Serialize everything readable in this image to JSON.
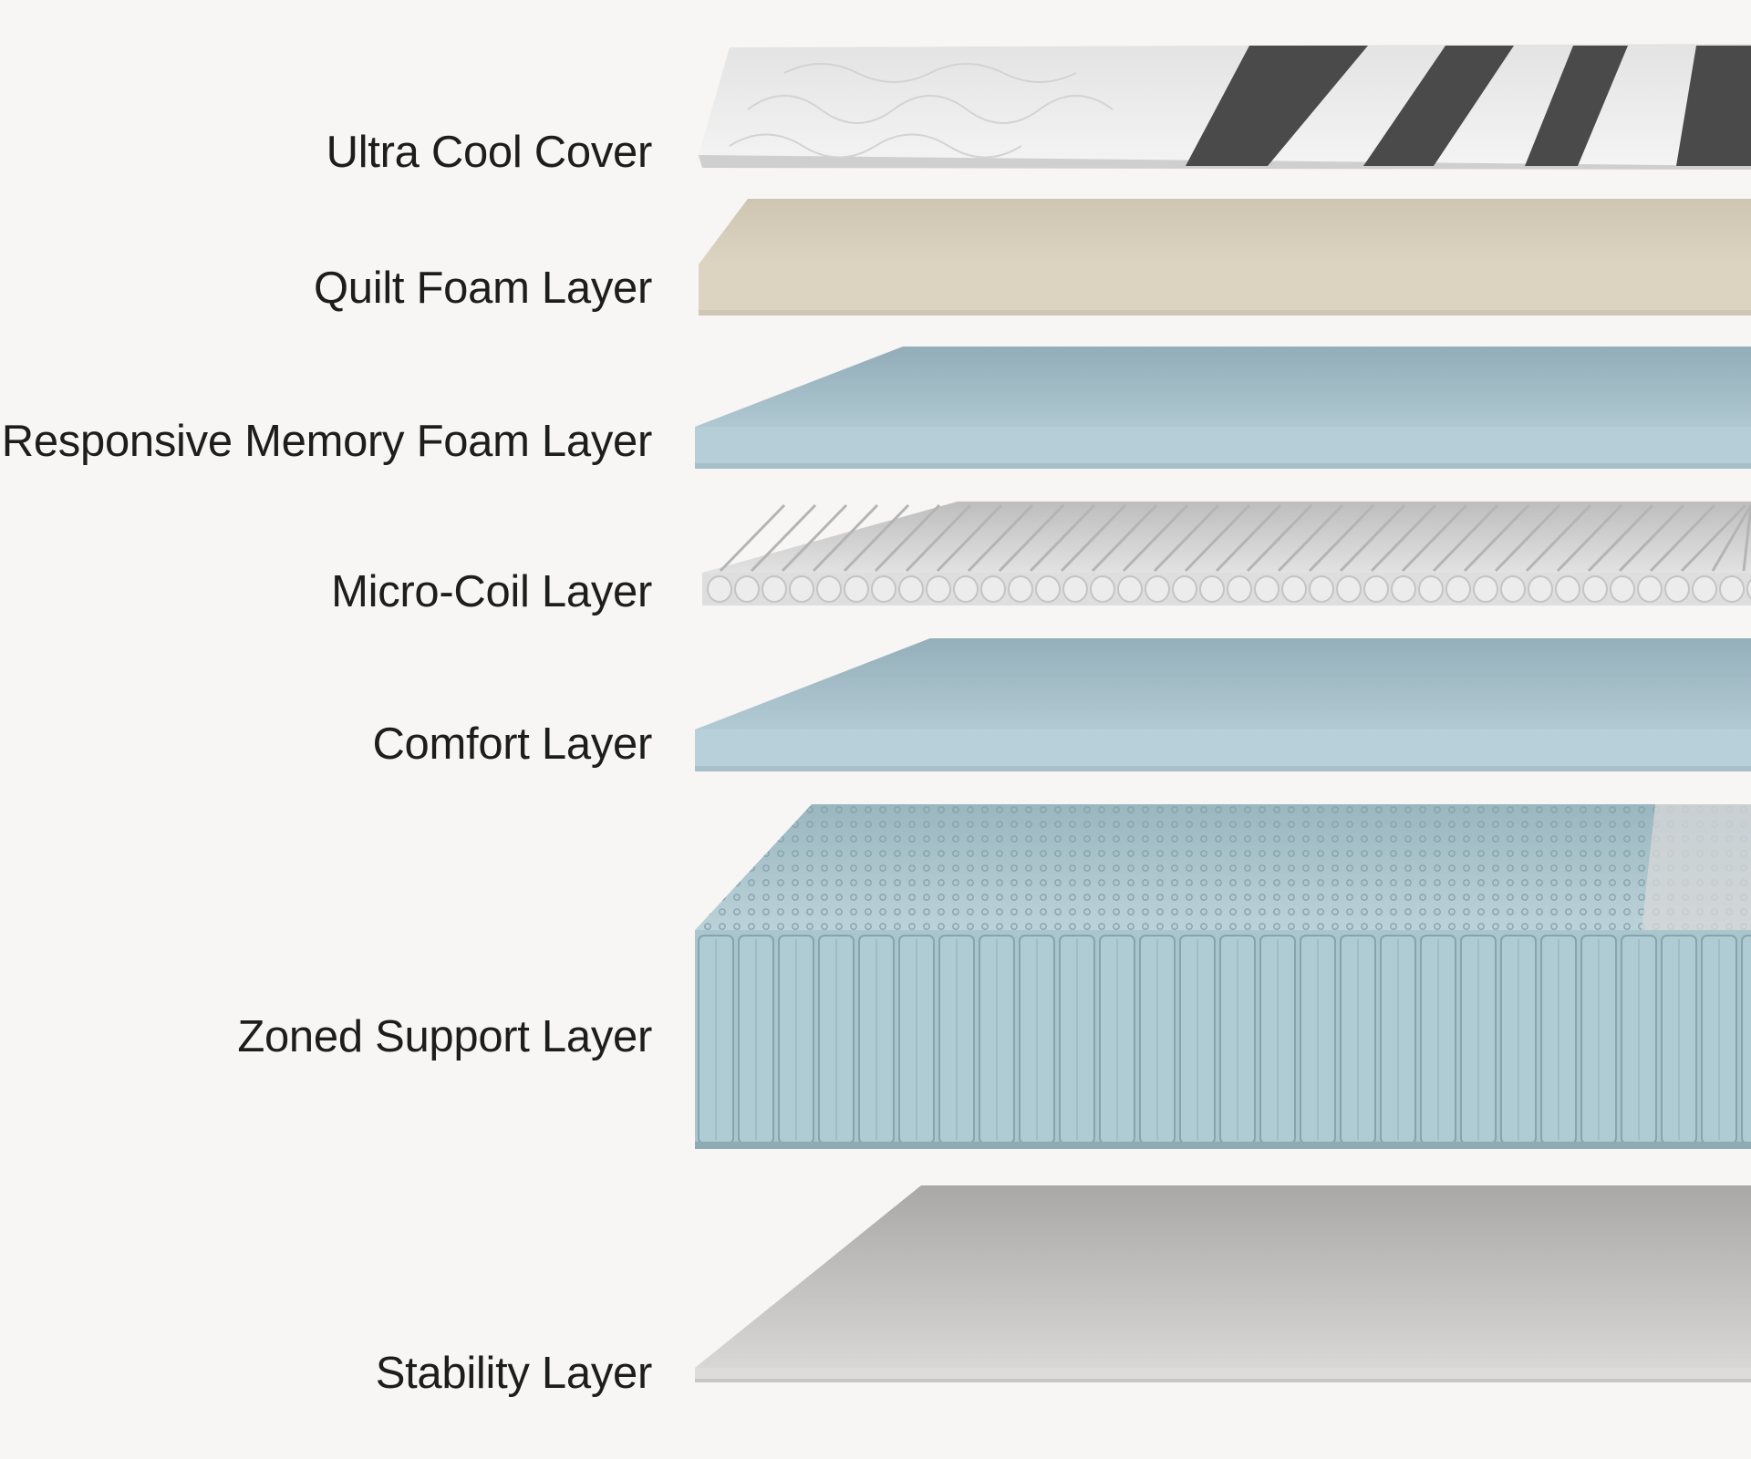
{
  "layers": [
    {
      "label": "Ultra Cool Cover"
    },
    {
      "label": "Quilt Foam Layer"
    },
    {
      "label": "Responsive Memory Foam Layer"
    },
    {
      "label": "Micro-Coil Layer"
    },
    {
      "label": "Comfort Layer"
    },
    {
      "label": "Zoned Support Layer"
    },
    {
      "label": "Stability Layer"
    }
  ],
  "colors": {
    "background": "#f7f6f4",
    "cover_white": "#ececec",
    "cover_stripe": "#4a4a4a",
    "quilt_foam": "#ddd5c2",
    "memory_foam": "#b3ccd6",
    "micro_coil": "#d9d9d9",
    "comfort_foam": "#b3ccd6",
    "support_coils": "#a9c7d0",
    "stability_base": "#c9c8c6",
    "label_text": "#1d1d1d"
  }
}
